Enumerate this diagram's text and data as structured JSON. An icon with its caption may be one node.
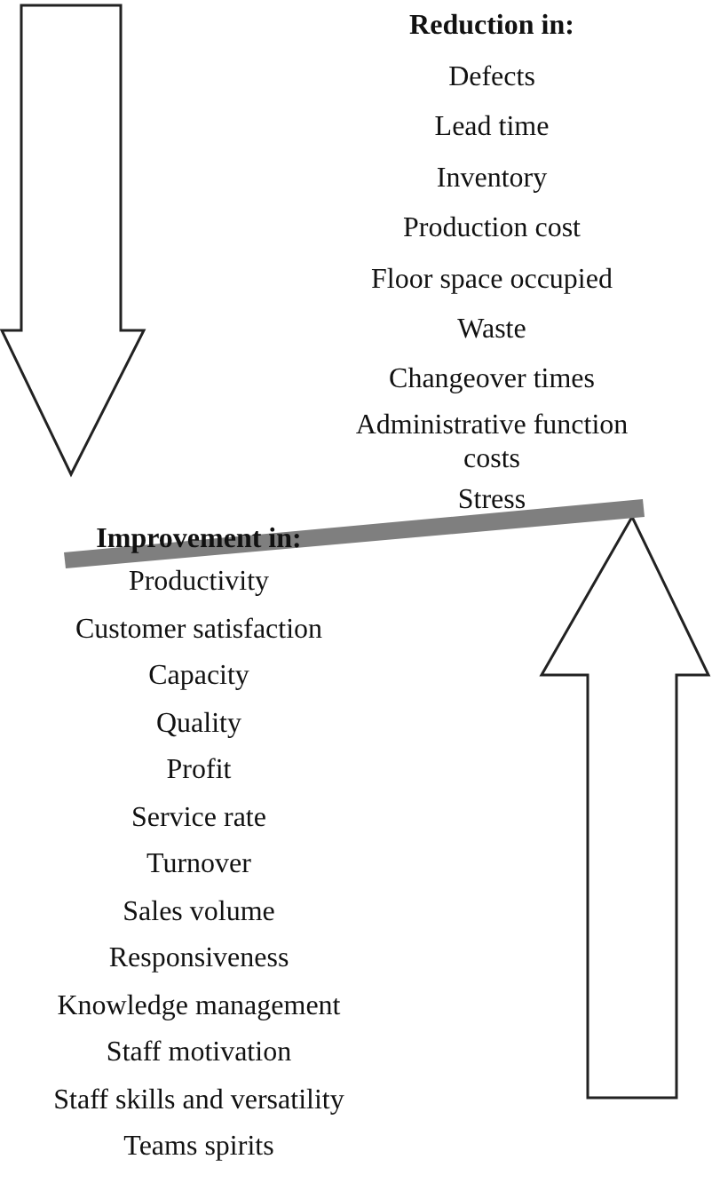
{
  "diagram": {
    "labels": [
      "Reduction in:",
      "Defects",
      "Lead time",
      "Inventory",
      "Production cost",
      "Floor space occupied",
      "Waste",
      "Changeover times",
      "Administrative function costs",
      "Stress",
      "Improvement in:",
      "Productivity",
      "Customer satisfaction",
      "Capacity",
      "Quality",
      "Profit",
      "Service rate",
      "Turnover",
      "Sales volume",
      "Responsiveness",
      "Knowledge management",
      "Staff motivation",
      "Staff skills and versatility",
      "Teams spirits"
    ]
  }
}
